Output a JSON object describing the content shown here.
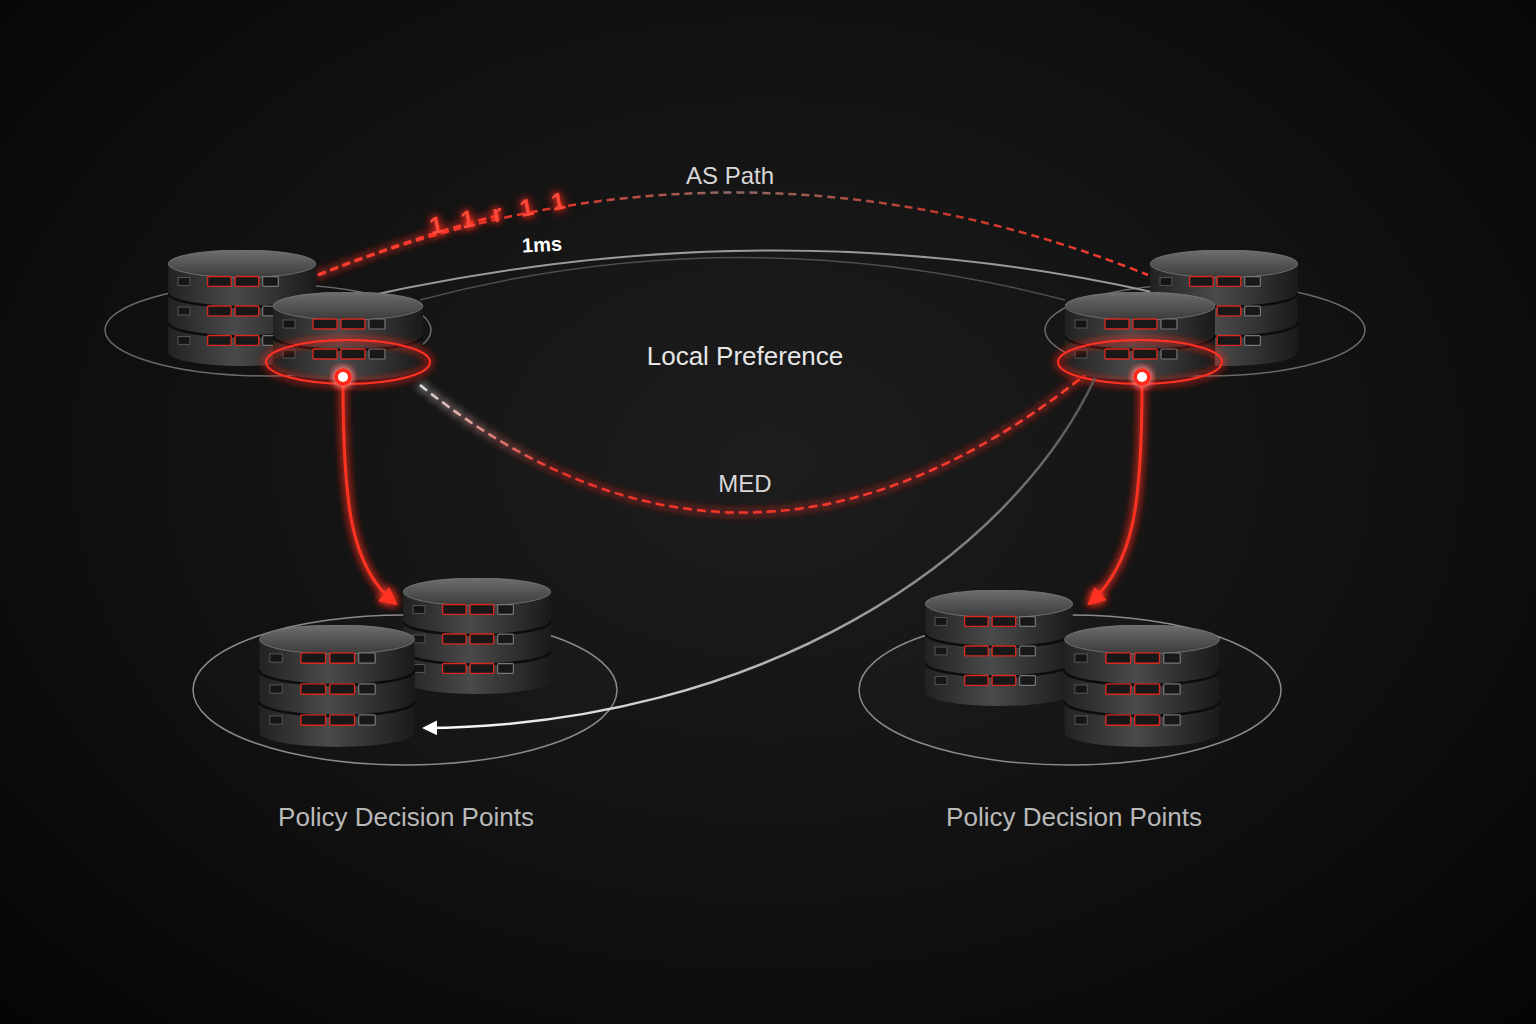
{
  "diagram": {
    "nodes": [
      {
        "text": [
          "Policy Decision Points"
        ]
      },
      {
        "text": [
          "Policy Decision Points"
        ]
      }
    ],
    "labels": [
      "AS Path",
      "1 1 r 1 1",
      "1ms",
      "Local Preference",
      "MED"
    ]
  }
}
